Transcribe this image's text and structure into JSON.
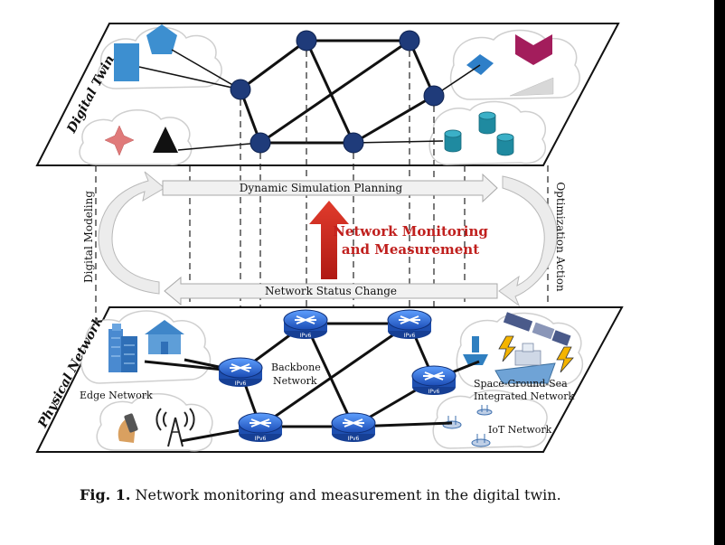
{
  "layers": {
    "top_label": "Digital Twin",
    "bottom_label": "Physical Network"
  },
  "flows": {
    "dynamic_simulation_planning": "Dynamic Simulation Planning",
    "network_status_change": "Network Status Change",
    "digital_modeling": "Digital Modeling",
    "optimization_action": "Optimization Action",
    "monitoring_line1": "Network Monitoring",
    "monitoring_line2": "and Measurement"
  },
  "physical_labels": {
    "backbone_line1": "Backbone",
    "backbone_line2": "Network",
    "edge": "Edge Network",
    "sgs_line1": "Space-Ground-Sea",
    "sgs_line2": "Integrated Network",
    "iot": "IoT Network"
  },
  "router_tag": "IPv6",
  "caption": {
    "label": "Fig. 1.",
    "text": " Network monitoring and measurement in the digital twin."
  },
  "colors": {
    "node_blue": "#1f3b7a",
    "router_blue": "#1e4fb0",
    "accent_red": "#c0201e",
    "shape_blue": "#3d8fd0",
    "shape_teal": "#1f8aa0",
    "shape_magenta": "#a31d5c"
  }
}
